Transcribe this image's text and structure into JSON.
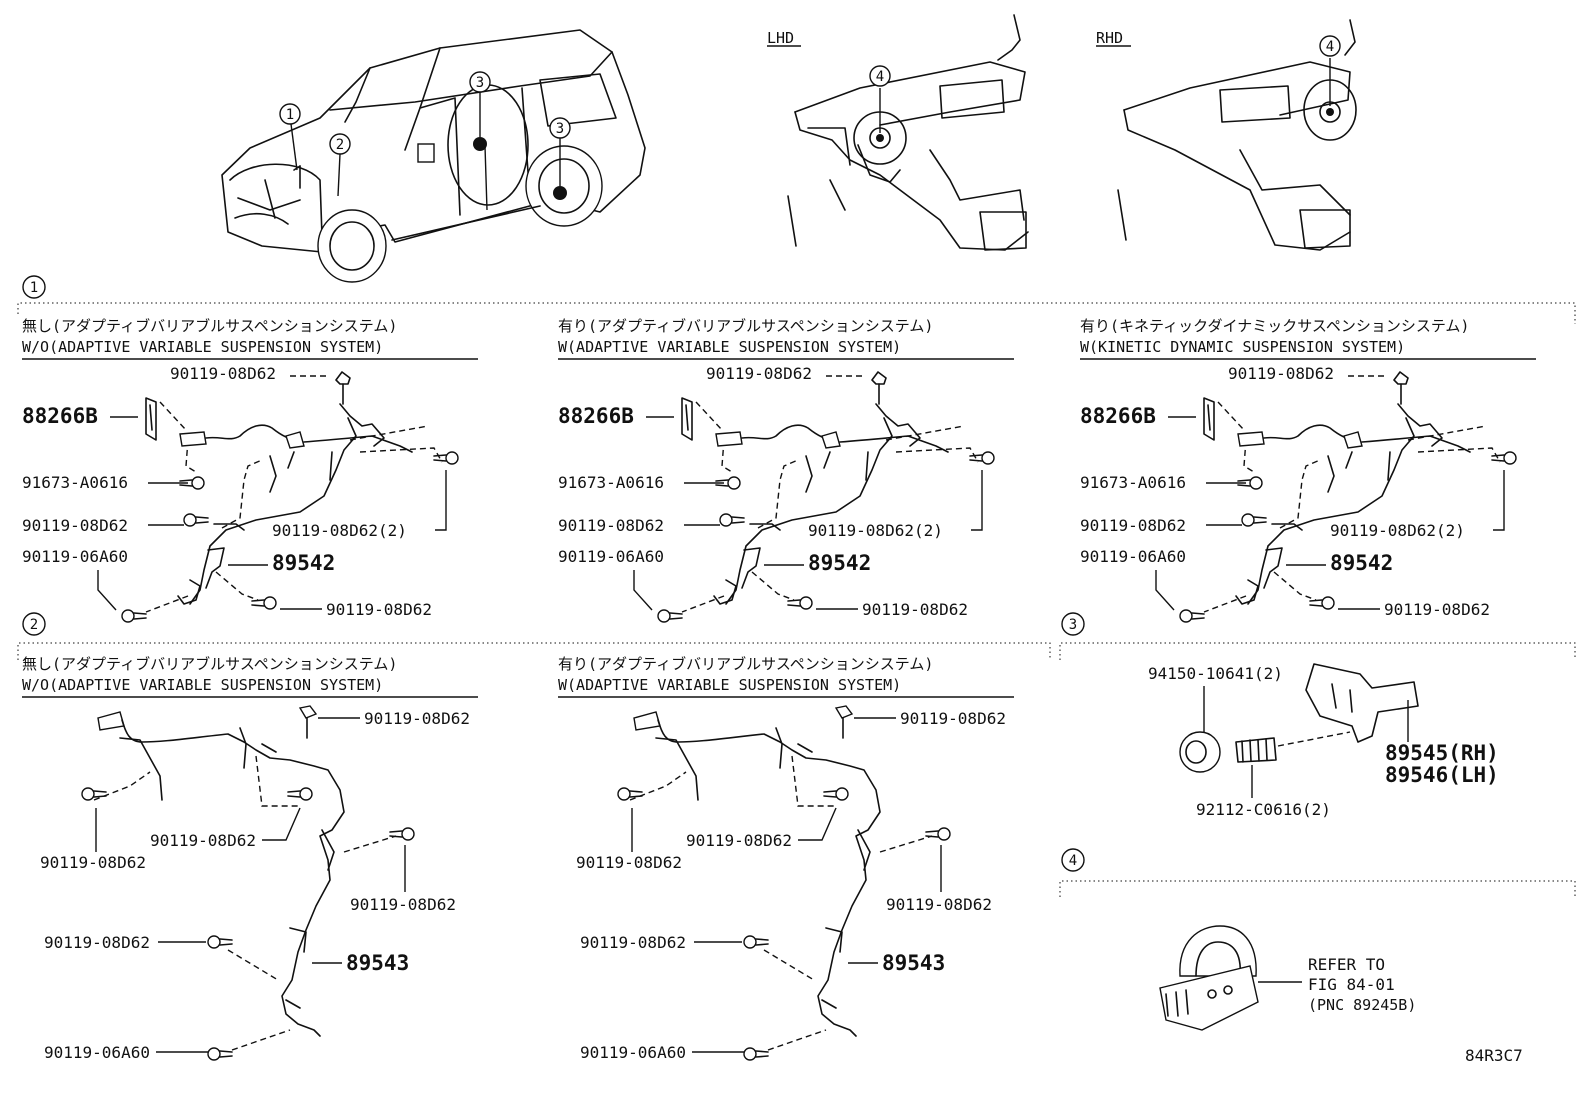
{
  "overview": {
    "lhd_label": "LHD",
    "rhd_label": "RHD",
    "callouts": [
      "1",
      "2",
      "3",
      "3",
      "4",
      "4"
    ]
  },
  "sections": {
    "s1": {
      "num": "1",
      "panels": [
        {
          "ja": "無し(アダプティブバリアブルサスペンションシステム)",
          "en": "W/O(ADAPTIVE VARIABLE SUSPENSION SYSTEM)",
          "parts": [
            "90119-08D62",
            "88266B",
            "91673-A0616",
            "90119-08D62",
            "90119-08D62(2)",
            "90119-06A60",
            "89542",
            "90119-08D62"
          ]
        },
        {
          "ja": "有り(アダプティブバリアブルサスペンションシステム)",
          "en": "W(ADAPTIVE VARIABLE SUSPENSION SYSTEM)",
          "parts": [
            "90119-08D62",
            "88266B",
            "91673-A0616",
            "90119-08D62",
            "90119-08D62(2)",
            "90119-06A60",
            "89542",
            "90119-08D62"
          ]
        },
        {
          "ja": "有り(キネティックダイナミックサスペンションシステム)",
          "en": "W(KINETIC DYNAMIC SUSPENSION SYSTEM)",
          "parts": [
            "90119-08D62",
            "88266B",
            "91673-A0616",
            "90119-08D62",
            "90119-08D62(2)",
            "90119-06A60",
            "89542",
            "90119-08D62"
          ]
        }
      ]
    },
    "s2": {
      "num": "2",
      "panels": [
        {
          "ja": "無し(アダプティブバリアブルサスペンションシステム)",
          "en": "W/O(ADAPTIVE VARIABLE SUSPENSION SYSTEM)",
          "parts": [
            "90119-08D62",
            "90119-08D62",
            "90119-08D62",
            "90119-08D62",
            "90119-08D62",
            "89543",
            "90119-06A60"
          ]
        },
        {
          "ja": "有り(アダプティブバリアブルサスペンションシステム)",
          "en": "W(ADAPTIVE VARIABLE SUSPENSION SYSTEM)",
          "parts": [
            "90119-08D62",
            "90119-08D62",
            "90119-08D62",
            "90119-08D62",
            "90119-08D62",
            "89543",
            "90119-06A60"
          ]
        }
      ]
    },
    "s3": {
      "num": "3",
      "parts": [
        "94150-10641(2)",
        "89545(RH)",
        "89546(LH)",
        "92112-C0616(2)"
      ]
    },
    "s4": {
      "num": "4",
      "refer": [
        "REFER TO",
        "FIG 84-01",
        "(PNC 89245B)"
      ]
    }
  },
  "figure_code": "84R3C7"
}
